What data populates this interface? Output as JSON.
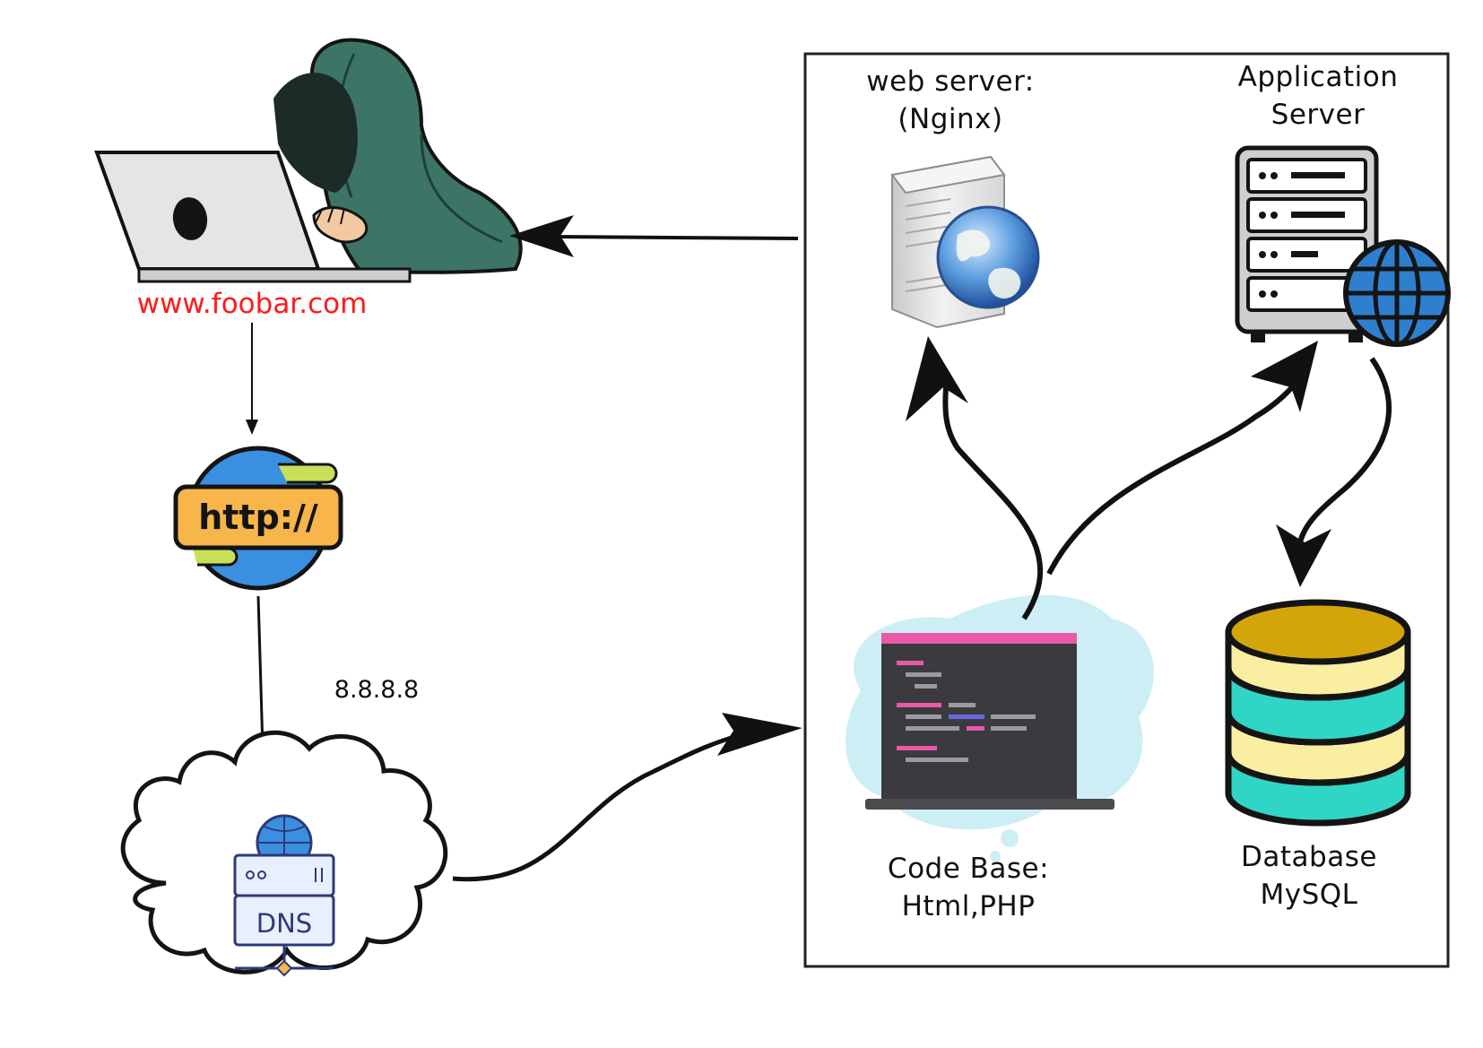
{
  "client": {
    "domain_label": "www.foobar.com",
    "user_icon": "hooded-user-laptop-icon"
  },
  "http_badge": {
    "text": "http://",
    "icon": "http-globe-icon"
  },
  "dns": {
    "resolver_ip": "8.8.8.8",
    "text": "DNS",
    "icon": "dns-cloud-icon"
  },
  "server_box": {
    "web_server": {
      "line1": "web server:",
      "line2": "(Nginx)",
      "icon": "web-server-globe-icon"
    },
    "app_server": {
      "line1": "Application",
      "line2": "Server",
      "icon": "app-server-rack-icon"
    },
    "code_base": {
      "line1": "Code Base:",
      "line2": "Html,PHP",
      "icon": "code-editor-laptop-icon"
    },
    "database": {
      "line1": "Database",
      "line2": "MySQL",
      "icon": "database-cylinder-icon"
    }
  },
  "colors": {
    "domain_text": "#ff1a1a",
    "hood": "#3c7566",
    "http_badge": "#f7b54a",
    "globe": "#3b8fe0",
    "db_top": "#d4a50b",
    "db_light": "#faeea0",
    "db_teal": "#2fd6c6"
  }
}
